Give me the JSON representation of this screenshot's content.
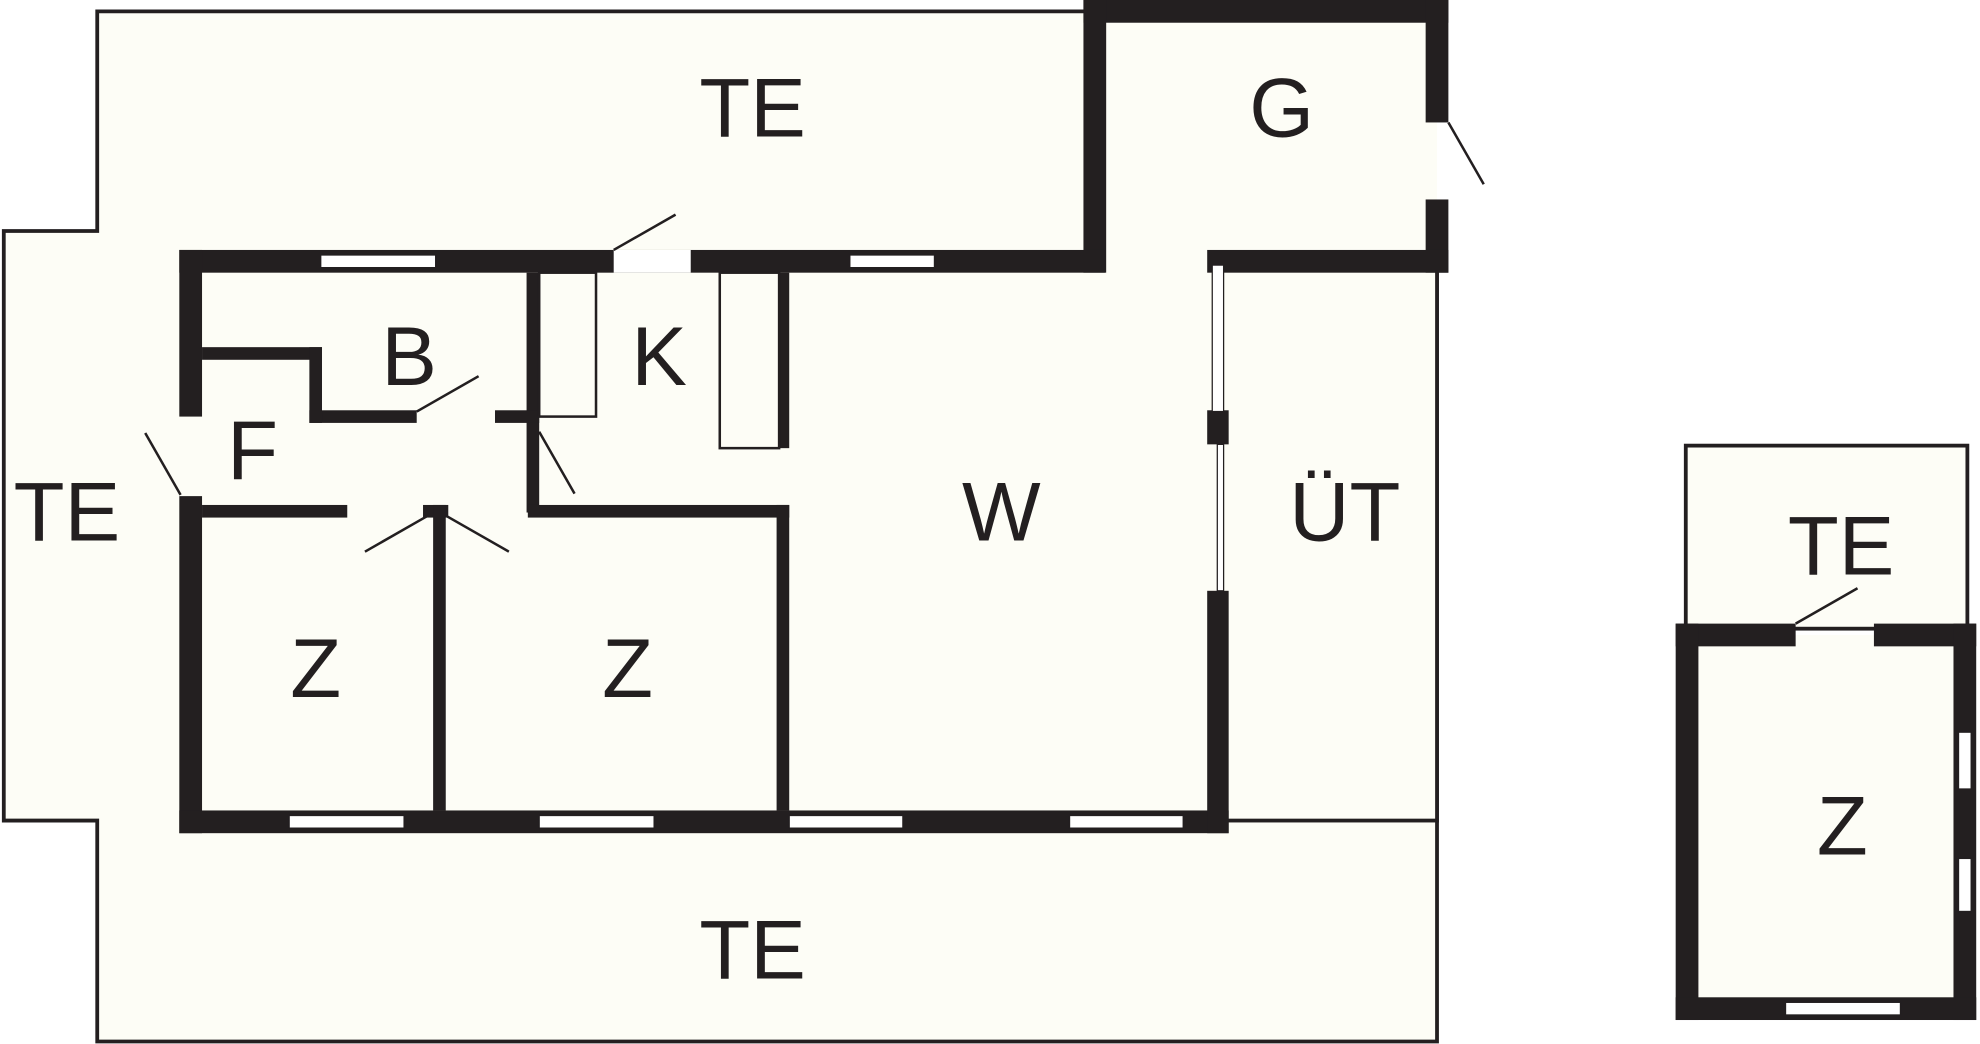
{
  "floorplan": {
    "rooms": {
      "terrace_top": "TE",
      "terrace_left": "TE",
      "terrace_bottom": "TE",
      "garage": "G",
      "bathroom": "B",
      "kitchen": "K",
      "hallway": "F",
      "living": "W",
      "covered_area": "ÜT",
      "bedroom_1": "Z",
      "bedroom_2": "Z",
      "annex_terrace": "TE",
      "annex_bedroom": "Z"
    },
    "colors": {
      "wall": "#231f20",
      "floor": "#fdfdf6"
    }
  }
}
